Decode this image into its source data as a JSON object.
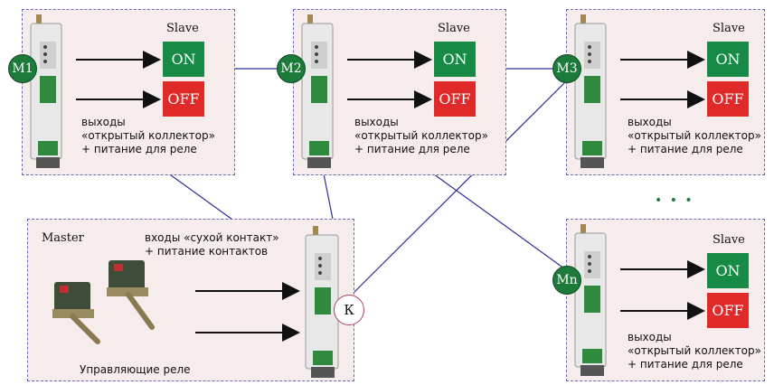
{
  "slave_label": "Slave",
  "master_label": "Master",
  "on_label": "ON",
  "off_label": "OFF",
  "outputs_text": [
    "выходы",
    "«открытый коллектор»",
    "+ питание для реле"
  ],
  "inputs_text": [
    "входы «сухой контакт»",
    "+ питание контактов"
  ],
  "control_relays_label": "Управляющие реле",
  "nodes": {
    "m1": "M1",
    "m2": "M2",
    "m3": "M3",
    "mn": "Mn",
    "k": "К"
  },
  "ellipsis": "• • •",
  "colors": {
    "on": "#178a45",
    "off": "#e02a2a",
    "node": "#1c7a3a",
    "wire": "#2d2d9a",
    "panel_bg": "#f7ecec"
  }
}
